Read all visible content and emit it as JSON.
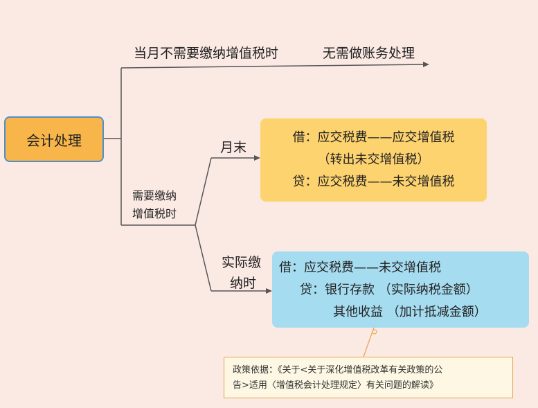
{
  "root": {
    "label": "会计处理"
  },
  "branch_top": {
    "label": "当月不需要缴纳增值税时",
    "action": "无需做账务处理"
  },
  "branch_mid": {
    "label_line1": "需要缴纳",
    "label_line2": "增值税时"
  },
  "month_end": {
    "label": "月末",
    "entry_line1": "借：应交税费——应交增值税",
    "entry_line2": "（转出未交增值税）",
    "entry_line3": "贷：应交税费——未交增值税"
  },
  "actual_payment": {
    "label_line1": "实际缴",
    "label_line2": "纳时",
    "entry_line1": "借：应交税费——未交增值税",
    "entry_line2": "贷：银行存款 （实际纳税金额）",
    "entry_line3": "其他收益 （加计抵减金额）"
  },
  "policy_note": {
    "line1": "政策依据：《关于<关于深化增值税改革有关政策的公",
    "line2": "告>适用〈增值税会计处理规定〉有关问题的解读》"
  },
  "colors": {
    "background": "#fbe9e4",
    "root_fill": "#f7b54a",
    "root_border": "#4f8fca",
    "yellow_box": "#fdd36f",
    "blue_box": "#a6dcf0",
    "note_border": "#e8a44a"
  }
}
